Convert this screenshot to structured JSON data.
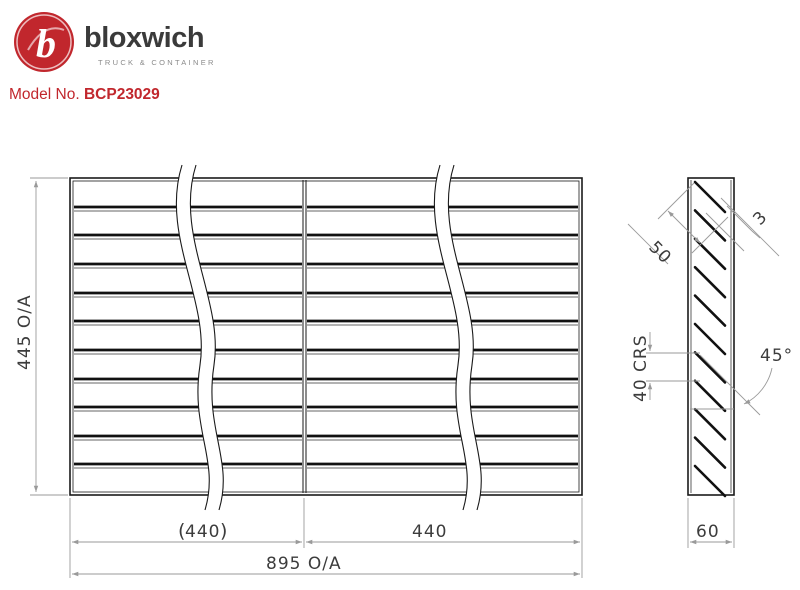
{
  "brand": {
    "name": "bloxwich",
    "tagline": "TRUCK & CONTAINER",
    "logo_letter": "b",
    "color": "#c1272d"
  },
  "model": {
    "label": "Model No.",
    "number": "BCP23029"
  },
  "dimensions": {
    "height_overall": "445 O/A",
    "width_left": "440",
    "width_right": "440",
    "width_overall": "895 O/A",
    "depth": "60",
    "slat_depth": "50",
    "slat_thickness": "3",
    "slat_pitch": "40 CRS",
    "slat_angle": "45°"
  },
  "colors": {
    "line": "#1a1a1a",
    "dim_line": "#9a9a9a",
    "dim_text": "#3c3c3c"
  }
}
